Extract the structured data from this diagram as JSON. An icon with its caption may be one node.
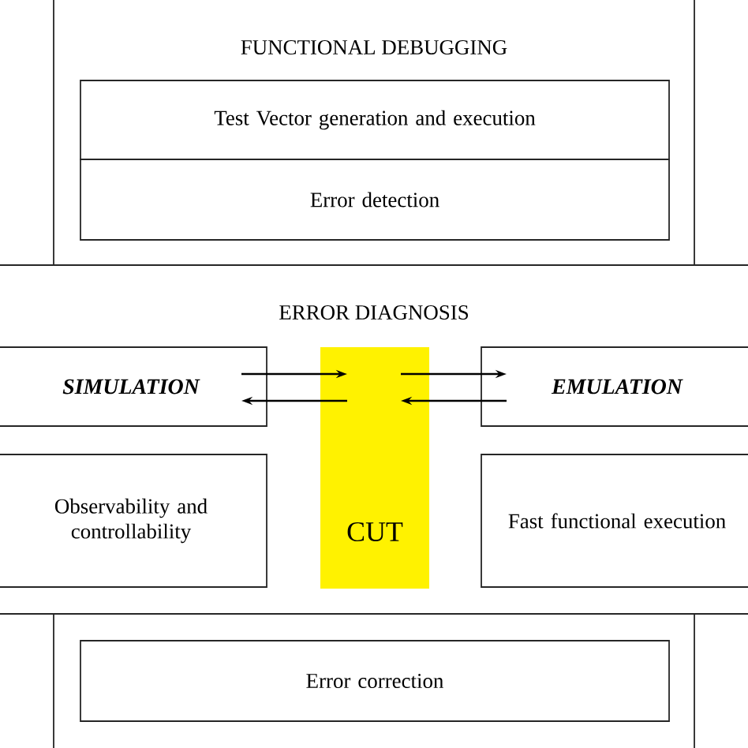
{
  "diagram": {
    "nodes": [
      {
        "text": [
          "FUNCTIONAL DEBUGGING"
        ]
      },
      {
        "text": [
          "Test Vector generation and execution"
        ],
        "in": 0
      },
      {
        "text": [
          "Error detection"
        ],
        "in": 0
      },
      {
        "text": [
          "ERROR DIAGNOSIS"
        ]
      },
      {
        "text": [
          "SIMULATION"
        ],
        "in": 3
      },
      {
        "text": [
          "Observability and controllability"
        ],
        "in": 3
      },
      {
        "text": [
          "CUT"
        ],
        "in": 3
      },
      {
        "text": [
          "EMULATION"
        ],
        "in": 3
      },
      {
        "text": [
          "Fast functional execution"
        ],
        "in": 3
      },
      {
        "text": [],
        "shape": "box"
      },
      {
        "text": [
          "Error correction"
        ],
        "in": 9
      }
    ],
    "edges": [
      {
        "from": 4,
        "to": 6,
        "arrow": "to"
      },
      {
        "from": 6,
        "to": 4,
        "arrow": "to"
      },
      {
        "from": 6,
        "to": 7,
        "arrow": "to"
      },
      {
        "from": 7,
        "to": 6,
        "arrow": "to"
      }
    ]
  }
}
